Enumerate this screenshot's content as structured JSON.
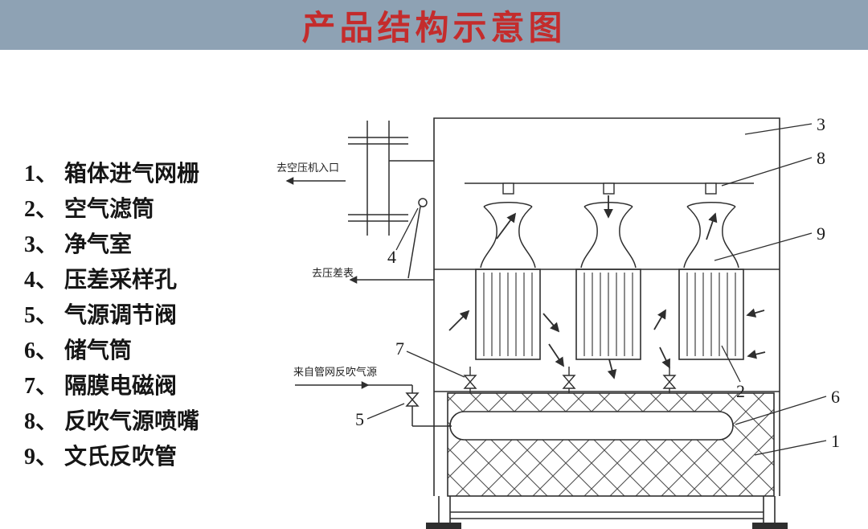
{
  "header": {
    "title": "产品结构示意图"
  },
  "colors": {
    "banner_bg": "#8ea2b4",
    "title_red": "#c42c2c",
    "line_color": "#2e2e2e"
  },
  "legend": {
    "items": [
      {
        "num": "1、",
        "label": "箱体进气网栅"
      },
      {
        "num": "2、",
        "label": "空气滤筒"
      },
      {
        "num": "3、",
        "label": "净气室"
      },
      {
        "num": "4、",
        "label": "压差采样孔"
      },
      {
        "num": "5、",
        "label": "气源调节阀"
      },
      {
        "num": "6、",
        "label": "储气筒"
      },
      {
        "num": "7、",
        "label": "隔膜电磁阀"
      },
      {
        "num": "8、",
        "label": "反吹气源喷嘴"
      },
      {
        "num": "9、",
        "label": "文氏反吹管"
      }
    ]
  },
  "diagram": {
    "labels": {
      "to_compressor": "去空压机入口",
      "to_pressure_gauge": "去压差表",
      "backflush_source": "来自管网反吹气源"
    },
    "callouts": {
      "n1": "1",
      "n2": "2",
      "n3": "3",
      "n4": "4",
      "n5": "5",
      "n6": "6",
      "n7": "7",
      "n8": "8",
      "n9": "9"
    }
  }
}
